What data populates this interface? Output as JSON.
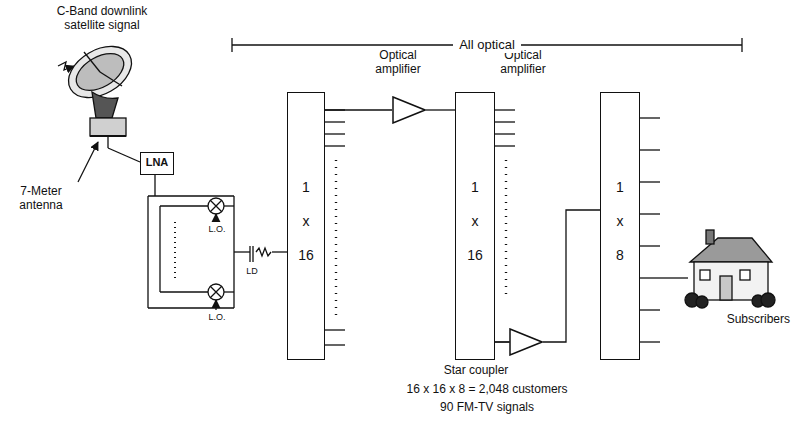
{
  "diagram": {
    "nodes": [
      {
        "text": [
          "LNA"
        ]
      },
      {
        "text": [
          "1 x 16"
        ]
      },
      {
        "text": [
          "Optical amplifier"
        ]
      },
      {
        "text": [
          "1 x 16",
          "Star coupler"
        ]
      },
      {
        "text": [
          "Optical amplifier"
        ]
      },
      {
        "text": [
          "1 x 8"
        ]
      }
    ],
    "edges": [
      {
        "from": 1,
        "to": 2,
        "arrow": "none"
      },
      {
        "from": 2,
        "to": 3,
        "arrow": "none"
      },
      {
        "from": 3,
        "to": 4,
        "arrow": "none"
      },
      {
        "from": 4,
        "to": 5,
        "arrow": "none"
      }
    ],
    "labels": [
      "C-Band downlink satellite signal",
      "7-Meter antenna",
      "L.O.",
      "L.O.",
      "LD",
      "All optical",
      "Subscribers",
      "16 x 16 x 8 = 2,048 customers",
      "90 FM-TV signals"
    ]
  }
}
